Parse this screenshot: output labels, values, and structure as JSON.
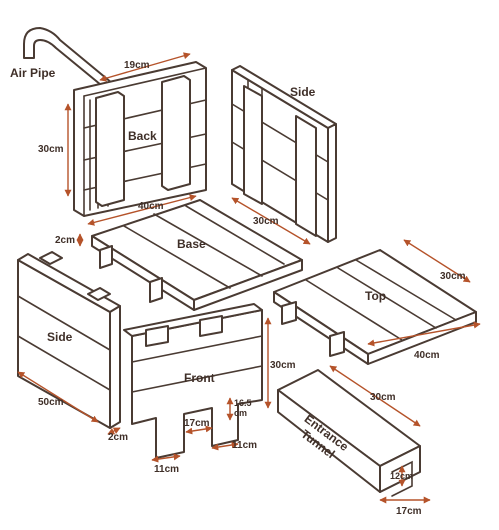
{
  "colors": {
    "stroke": "#4a3b33",
    "dimension_arrow": "#b5532a",
    "text": "#3f2f28",
    "background": "#ffffff"
  },
  "parts": {
    "air_pipe": "Air Pipe",
    "back": "Back",
    "side_top": "Side",
    "base": "Base",
    "top": "Top",
    "side_left": "Side",
    "front": "Front",
    "entrance_tunnel_line1": "Entrance",
    "entrance_tunnel_line2": "Tunnel"
  },
  "dimensions": {
    "back_width": "19cm",
    "back_height": "30cm",
    "base_length": "40cm",
    "base_depth": "30cm",
    "base_feet": "2cm",
    "top_depth": "30cm",
    "top_length": "40cm",
    "side_length": "50cm",
    "side_thickness": "2cm",
    "front_height": "30cm",
    "front_door_height": "16.5",
    "front_door_height_unit": "cm",
    "front_door_width": "17cm",
    "front_leg_left": "11cm",
    "front_leg_right": "11cm",
    "tunnel_length": "30cm",
    "tunnel_opening": "12cm",
    "tunnel_width": "17cm"
  }
}
